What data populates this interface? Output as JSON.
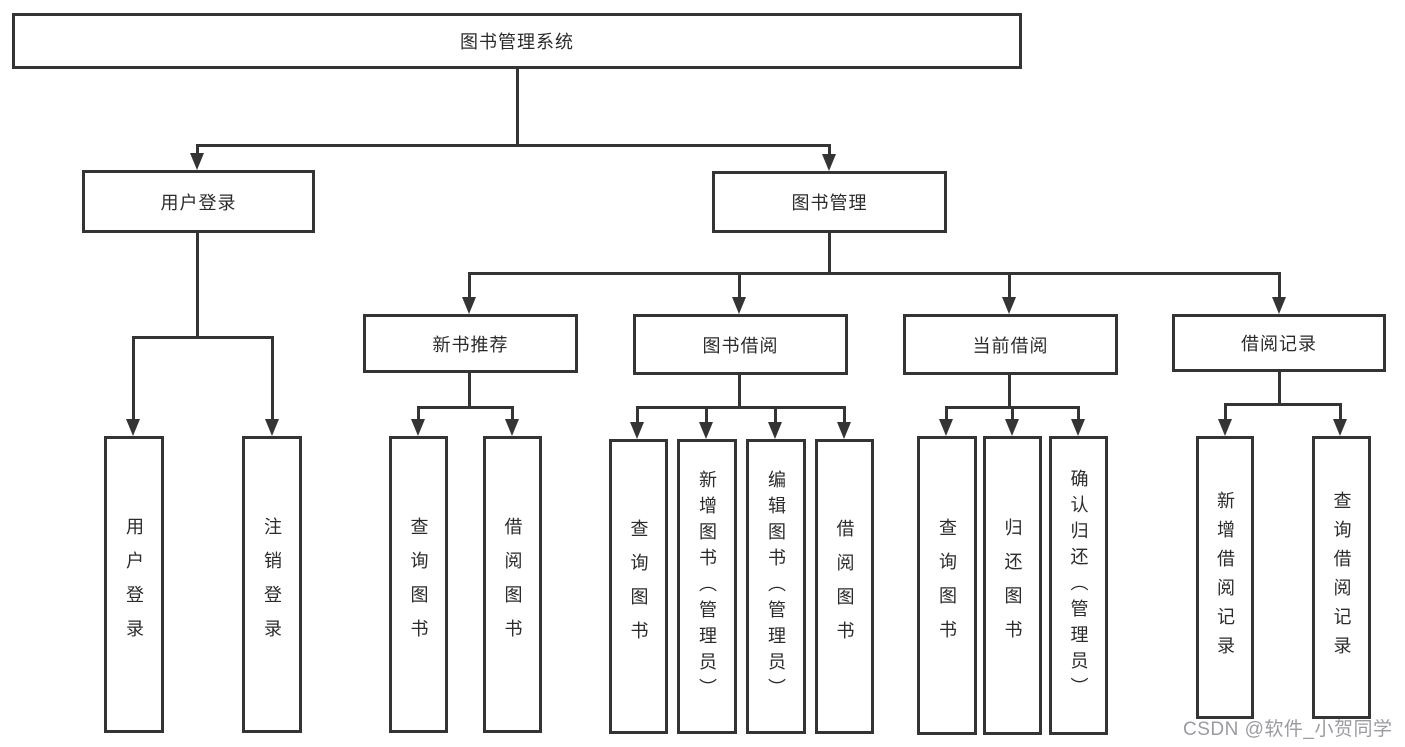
{
  "diagram": {
    "root": {
      "label": "图书管理系统"
    },
    "level2": [
      {
        "label": "用户登录"
      },
      {
        "label": "图书管理"
      }
    ],
    "level3": [
      {
        "label": "新书推荐"
      },
      {
        "label": "图书借阅"
      },
      {
        "label": "当前借阅"
      },
      {
        "label": "借阅记录"
      }
    ],
    "leaves": {
      "user_login": [
        {
          "label": "用户登录"
        },
        {
          "label": "注销登录"
        }
      ],
      "new_books": [
        {
          "label": "查询图书"
        },
        {
          "label": "借阅图书"
        }
      ],
      "book_borrow": [
        {
          "label": "查询图书"
        },
        {
          "label": "新增图书（管理员）"
        },
        {
          "label": "编辑图书（管理员）"
        },
        {
          "label": "借阅图书"
        }
      ],
      "current_borrow": [
        {
          "label": "查询图书"
        },
        {
          "label": "归还图书"
        },
        {
          "label": "确认归还（管理员）"
        }
      ],
      "borrow_records": [
        {
          "label": "新增借阅记录"
        },
        {
          "label": "查询借阅记录"
        }
      ]
    }
  },
  "watermark": {
    "text": "CSDN @软件_小贺同学"
  },
  "colors": {
    "line": "#343434",
    "text": "#2b2b2b",
    "watermark": "#9b9ba1",
    "background": "#ffffff"
  }
}
